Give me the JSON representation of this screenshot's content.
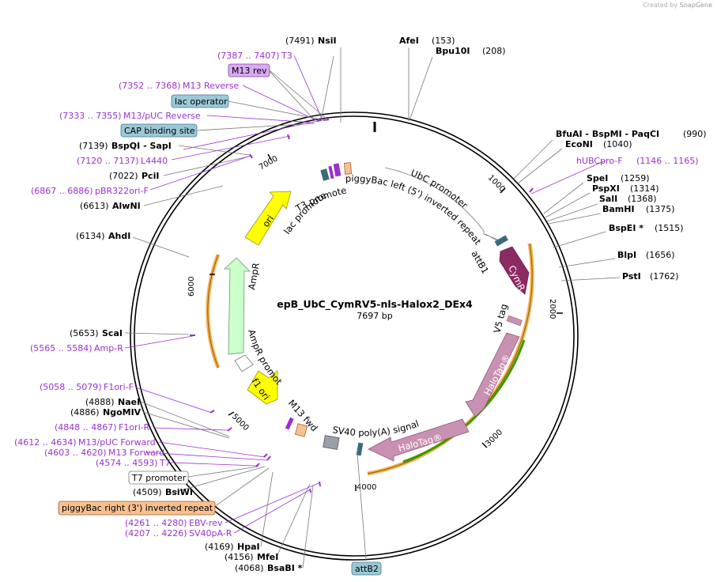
{
  "credit": {
    "prefix": "Created by",
    "brand": "SnapGene"
  },
  "plasmid": {
    "name": "epB_UbC_CymRV5-nls-Halox2_DEx4",
    "length": "7697 bp"
  },
  "ticks": [
    "1000",
    "2000",
    "3000",
    "4000",
    "5000",
    "6000",
    "7000"
  ],
  "enzymes": [
    {
      "name": "NsiI",
      "pos": "(7491)"
    },
    {
      "name": "AfeI",
      "pos": "(153)"
    },
    {
      "name": "Bpu10I",
      "pos": "(208)"
    },
    {
      "name": "BfuAI - BspMI - PaqCI",
      "pos": "(990)"
    },
    {
      "name": "EcoNI",
      "pos": "(1040)"
    },
    {
      "name": "SpeI",
      "pos": "(1259)"
    },
    {
      "name": "PspXI",
      "pos": "(1314)"
    },
    {
      "name": "SalI",
      "pos": "(1368)"
    },
    {
      "name": "BamHI",
      "pos": "(1375)"
    },
    {
      "name": "BspEI *",
      "pos": "(1515)"
    },
    {
      "name": "BlpI",
      "pos": "(1656)"
    },
    {
      "name": "PstI",
      "pos": "(1762)"
    },
    {
      "name": "BspQI - SapI",
      "pos": "(7139)"
    },
    {
      "name": "PciI",
      "pos": "(7022)"
    },
    {
      "name": "AlwNI",
      "pos": "(6613)"
    },
    {
      "name": "AhdI",
      "pos": "(6134)"
    },
    {
      "name": "ScaI",
      "pos": "(5653)"
    },
    {
      "name": "NaeI",
      "pos": "(4888)"
    },
    {
      "name": "NgoMIV",
      "pos": "(4886)"
    },
    {
      "name": "BsiWI",
      "pos": "(4509)"
    },
    {
      "name": "HpaI",
      "pos": "(4169)"
    },
    {
      "name": "MfeI",
      "pos": "(4156)"
    },
    {
      "name": "BsaBI *",
      "pos": "(4068)"
    }
  ],
  "primers": [
    {
      "range": "(7387 .. 7407)",
      "name": "T3"
    },
    {
      "range": "(7352 .. 7368)",
      "name": "M13 Reverse"
    },
    {
      "range": "(7333 .. 7355)",
      "name": "M13/pUC Reverse"
    },
    {
      "range": "(7120 .. 7137)",
      "name": "L4440"
    },
    {
      "range": "(6867 .. 6886)",
      "name": "pBR322ori-F"
    },
    {
      "range": "(1146 .. 1165)",
      "name": "hUBCpro-F"
    },
    {
      "range": "(5565 .. 5584)",
      "name": "Amp-R"
    },
    {
      "range": "(5058 .. 5079)",
      "name": "F1ori-F"
    },
    {
      "range": "(4848 .. 4867)",
      "name": "F1ori-R"
    },
    {
      "range": "(4612 .. 4634)",
      "name": "M13/pUC Forward"
    },
    {
      "range": "(4603 .. 4620)",
      "name": "M13 Forward"
    },
    {
      "range": "(4574 .. 4593)",
      "name": "T7"
    },
    {
      "range": "(4261 .. 4280)",
      "name": "EBV-rev"
    },
    {
      "range": "(4207 .. 4226)",
      "name": "SV40pA-R"
    }
  ],
  "boxes": [
    {
      "label": "M13 rev"
    },
    {
      "label": "lac operator"
    },
    {
      "label": "CAP binding site"
    },
    {
      "label": "T7 promoter"
    },
    {
      "label": "piggyBac right (3') inverted repeat"
    },
    {
      "label": "attB2"
    }
  ],
  "features": [
    {
      "label": "UbC promoter"
    },
    {
      "label": "piggyBac left (5') inverted repeat"
    },
    {
      "label": "attB1"
    },
    {
      "label": "CymR"
    },
    {
      "label": "V5 tag"
    },
    {
      "label": "HaloTag®"
    },
    {
      "label": "HaloTag®"
    },
    {
      "label": "SV40 poly(A) signal"
    },
    {
      "label": "M13 fwd"
    },
    {
      "label": "f1 ori"
    },
    {
      "label": "AmpR promoter"
    },
    {
      "label": "AmpR"
    },
    {
      "label": "ori"
    },
    {
      "label": "lac promoter"
    },
    {
      "label": "T3 promoter"
    }
  ],
  "colors": {
    "primer": "#9b30d0",
    "cymr": "#8e2a63",
    "halotag": "#c991b1",
    "ori": "#ffff00",
    "ampr": "#ccffcc",
    "attb": "#3b6b78",
    "orange_arc": "#f4b355",
    "green_arc": "#3c9a00",
    "box_blue": "#9bc8d6",
    "box_purple": "#d9aaf2",
    "box_orange": "#f7c090"
  }
}
